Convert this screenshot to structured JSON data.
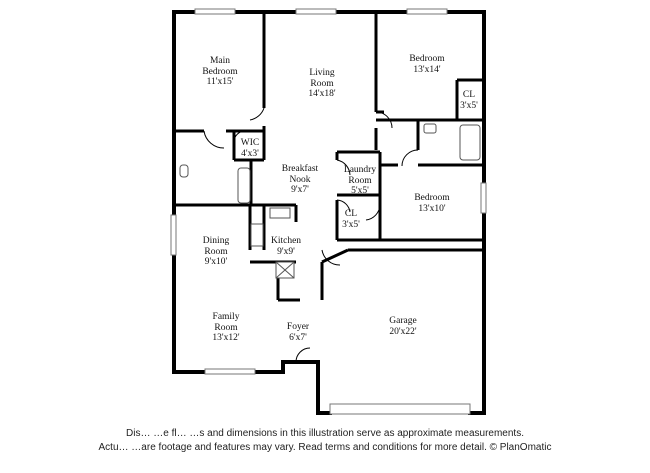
{
  "rooms": {
    "main_bedroom": {
      "name_line1": "Main",
      "name_line2": "Bedroom",
      "dim": "11'x15'"
    },
    "living_room": {
      "name_line1": "Living",
      "name_line2": "Room",
      "dim": "14'x18'"
    },
    "bedroom_1": {
      "name": "Bedroom",
      "dim": "13'x14'"
    },
    "closet_1": {
      "name": "CL",
      "dim": "3'x5'"
    },
    "wic": {
      "name": "WIC",
      "dim": "4'x3'"
    },
    "breakfast_nook": {
      "name_line1": "Breakfast",
      "name_line2": "Nook",
      "dim": "9'x7'"
    },
    "laundry_room": {
      "name_line1": "Laundry",
      "name_line2": "Room",
      "dim": "5'x5'"
    },
    "bedroom_2": {
      "name": "Bedroom",
      "dim": "13'x10'"
    },
    "closet_2": {
      "name": "CL",
      "dim": "3'x5'"
    },
    "dining_room": {
      "name_line1": "Dining",
      "name_line2": "Room",
      "dim": "9'x10'"
    },
    "kitchen": {
      "name": "Kitchen",
      "dim": "9'x9'"
    },
    "family_room": {
      "name_line1": "Family",
      "name_line2": "Room",
      "dim": "13'x12'"
    },
    "foyer": {
      "name": "Foyer",
      "dim": "6'x7'"
    },
    "garage": {
      "name": "Garage",
      "dim": "20'x22'"
    }
  },
  "disclaimer": {
    "line1": "Dis… …e fl… …s and dimensions in this illustration serve as approximate measurements.",
    "line2": "Actu… …are footage and features may vary. Read terms and conditions for more detail. © PlanOmatic"
  }
}
